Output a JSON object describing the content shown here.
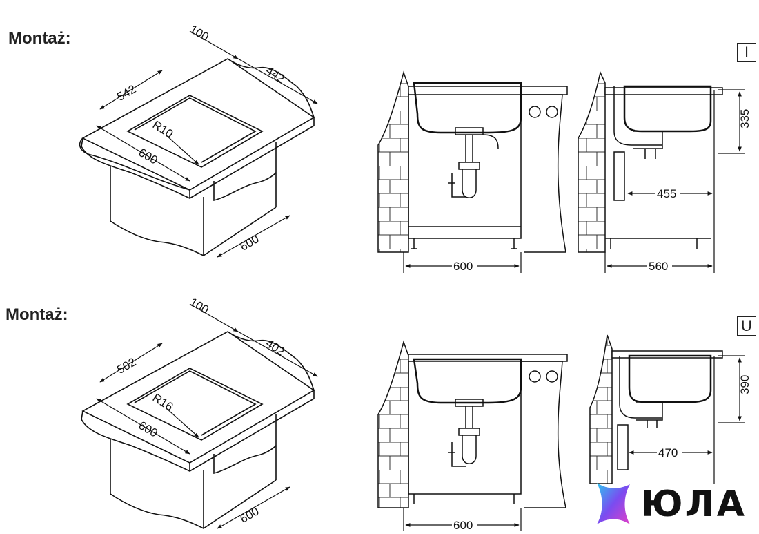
{
  "sections": [
    {
      "title": "Montaż:",
      "badge": "I",
      "iso": {
        "depth_offset": "100",
        "width": "542",
        "cutout": "442",
        "radius": "R10",
        "front": "600",
        "side": "600"
      },
      "front_view": {
        "width": "600"
      },
      "side_view": {
        "depth": "560",
        "height": "335",
        "drain": "455"
      }
    },
    {
      "title": "Montaż:",
      "badge": "U",
      "iso": {
        "depth_offset": "100",
        "width": "502",
        "cutout": "402",
        "radius": "R16",
        "front": "600",
        "side": "600"
      },
      "front_view": {
        "width": "600"
      },
      "side_view": {
        "height": "390",
        "drain": "470"
      }
    }
  ],
  "logo": {
    "text": "ЮЛА",
    "icon": "star-gradient-icon",
    "colors": [
      "#2ec5f0",
      "#7a4cf0",
      "#e040c8"
    ]
  }
}
